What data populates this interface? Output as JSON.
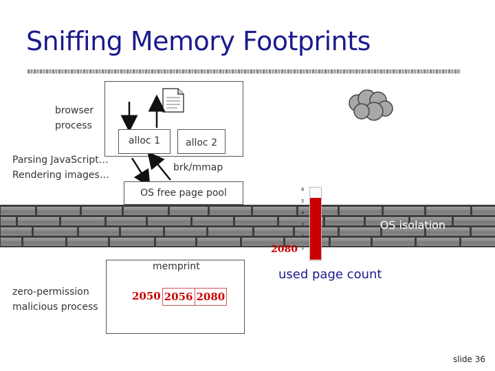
{
  "title": "Sniffing Memory Footprints",
  "browser": {
    "label_line1": "browser",
    "label_line2": "process",
    "activity_line1": "Parsing JavaScript…",
    "activity_line2": "Rendering images…"
  },
  "allocs": {
    "alloc1": "alloc 1",
    "alloc2": "alloc 2",
    "syscall": "brk/mmap"
  },
  "os_pool": "OS free page pool",
  "wall_label": "OS isolation",
  "thermometer": {
    "ticks": [
      "6",
      "5",
      "4",
      "3",
      "2",
      "1"
    ],
    "level_fraction": 0.87,
    "color": "#cc0000"
  },
  "current_count": "2080",
  "used_page_count": "used page count",
  "malicious": {
    "label_line1": "zero-permission",
    "label_line2": "malicious process",
    "box_title": "memprint",
    "samples": [
      "2050",
      "2056",
      "2080"
    ]
  },
  "slide_number": "slide 36",
  "colors": {
    "title": "#1a1a8c",
    "accent": "#cc0000"
  },
  "icons": [
    "document-icon",
    "cloud-icon",
    "thermometer-icon"
  ]
}
